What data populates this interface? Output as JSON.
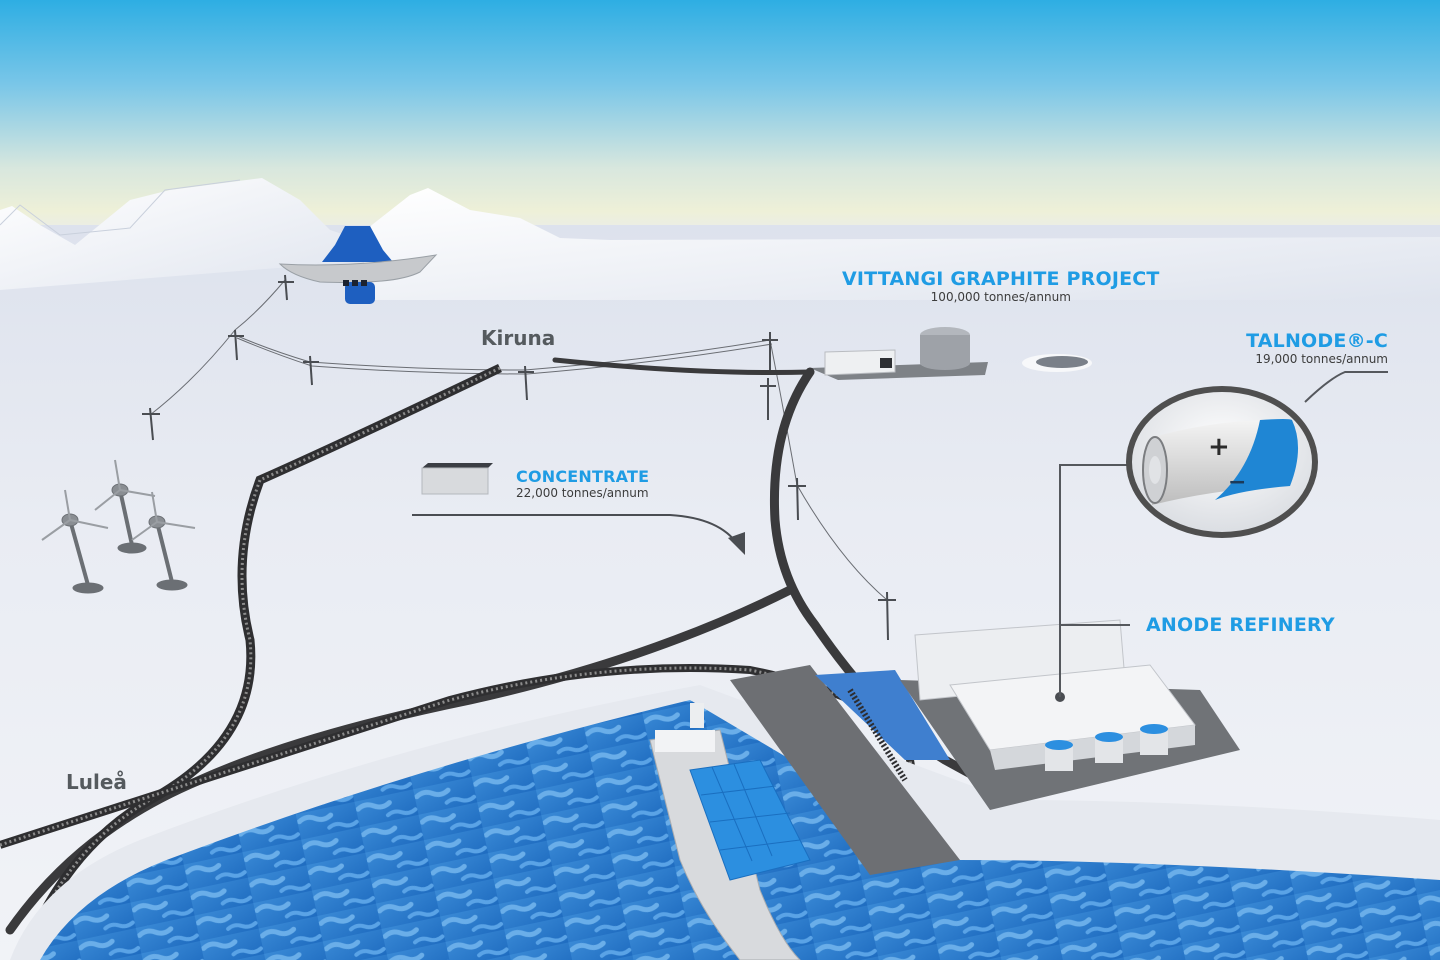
{
  "diagram": {
    "type": "process-flow-illustration",
    "colors": {
      "accent_label": "#1f9ce4",
      "sub_label": "#3c3c3c",
      "city_label": "#555a5e",
      "water": "#2f7fd0",
      "water_light": "#5aa3e6",
      "containers": "#2c8fe0",
      "snow": "#eceff5",
      "road": "#3a3a3c",
      "sky_top": "#2eaee3",
      "sky_horizon": "#eef0d8"
    },
    "nodes": [
      {
        "id": "vittangi",
        "title": "VITTANGI GRAPHITE PROJECT",
        "sub": "100,000 tonnes/annum",
        "icon": "mine-plant-icon"
      },
      {
        "id": "talnode",
        "title": "TALNODE®-C",
        "sub": "19,000 tonnes/annum",
        "icon": "battery-icon"
      },
      {
        "id": "concentrate",
        "title": "CONCENTRATE",
        "sub": "22,000 tonnes/annum",
        "icon": "concentrate-bin-icon"
      },
      {
        "id": "refinery",
        "title": "ANODE REFINERY",
        "sub": "",
        "icon": "factory-icon"
      }
    ],
    "places": [
      {
        "id": "kiruna",
        "label": "Kiruna"
      },
      {
        "id": "lulea",
        "label": "Luleå"
      }
    ],
    "battery": {
      "plus": "+",
      "minus": "−"
    },
    "elements": [
      "mountains",
      "open-pit-mine",
      "power-lines",
      "wind-turbines",
      "railway",
      "road",
      "port",
      "cargo-ship",
      "shipping-containers",
      "sea"
    ],
    "edges": [
      {
        "from": "vittangi",
        "to": "refinery",
        "via": "road"
      },
      {
        "from": "concentrate",
        "to": "refinery",
        "via": "arrow"
      },
      {
        "from": "refinery",
        "to": "talnode",
        "via": "callout-line"
      },
      {
        "from": "kiruna",
        "to": "lulea",
        "via": "railway"
      }
    ]
  }
}
